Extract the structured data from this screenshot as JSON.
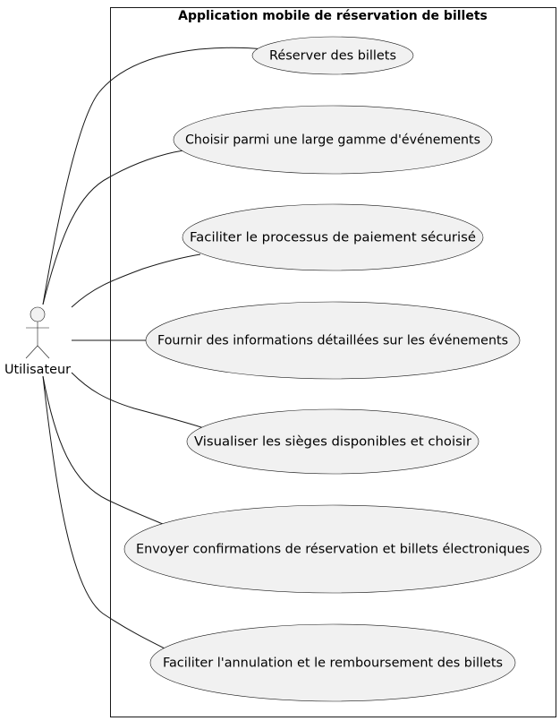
{
  "system": {
    "title": "Application mobile de réservation de billets"
  },
  "actor": {
    "name": "Utilisateur"
  },
  "use_cases": [
    {
      "label": "Réserver des billets"
    },
    {
      "label": "Choisir parmi une large gamme d'événements"
    },
    {
      "label": "Faciliter le processus de paiement sécurisé"
    },
    {
      "label": "Fournir des informations détaillées sur les événements"
    },
    {
      "label": "Visualiser les sièges disponibles et choisir"
    },
    {
      "label": "Envoyer confirmations de réservation et billets électroniques"
    },
    {
      "label": "Faciliter l'annulation et le remboursement des billets"
    }
  ],
  "colors": {
    "ellipse_fill": "#f1f1f1",
    "stroke": "#181818",
    "text": "#000000"
  }
}
